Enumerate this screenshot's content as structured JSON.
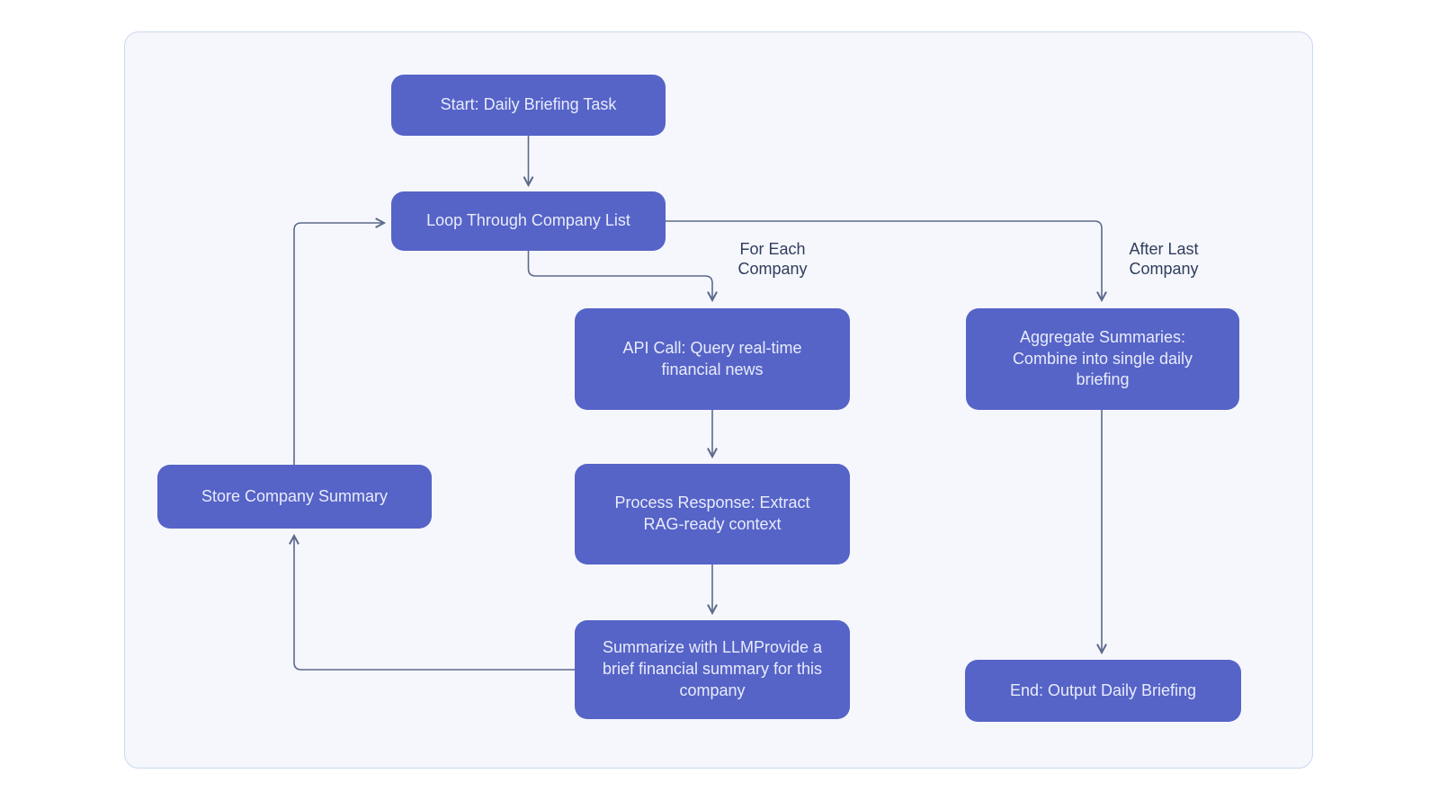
{
  "diagram": {
    "nodes": {
      "start": {
        "label": "Start: Daily Briefing Task"
      },
      "loop": {
        "label": "Loop Through Company List"
      },
      "api": {
        "label": "API Call: Query real-time financial news"
      },
      "process": {
        "label": "Process Response: Extract RAG-ready context"
      },
      "summarize": {
        "label": "Summarize with LLMProvide a brief financial summary for this company"
      },
      "store": {
        "label": "Store Company Summary"
      },
      "aggregate": {
        "label": "Aggregate Summaries: Combine into single daily briefing"
      },
      "end": {
        "label": "End: Output Daily Briefing"
      }
    },
    "edge_labels": {
      "for_each": "For Each Company",
      "after_last": "After Last Company"
    },
    "colors": {
      "page_bg": "#ffffff",
      "container_fill": "#f5f7fc",
      "container_border": "#cbd9f1",
      "node_fill": "#5663c7",
      "node_text": "#e8ecfa",
      "edge": "#5c6a8a",
      "label_text": "#2f3e5c"
    }
  }
}
